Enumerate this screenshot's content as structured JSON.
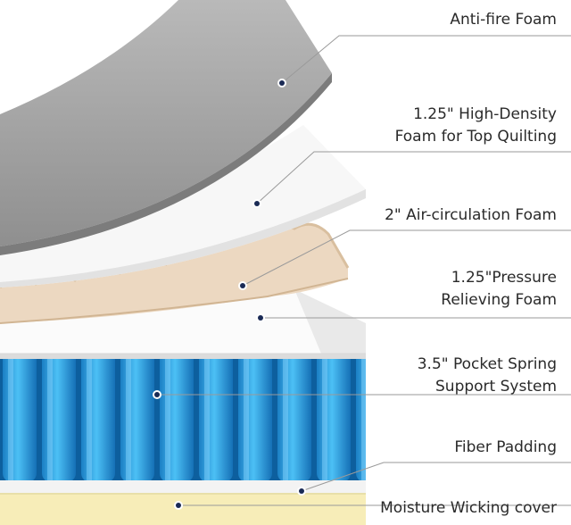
{
  "layers": [
    {
      "id": "anti-fire",
      "lines": [
        "Anti-fire Foam"
      ]
    },
    {
      "id": "top-quilting",
      "lines": [
        "1.25\" High-Density",
        "Foam for Top Quilting"
      ]
    },
    {
      "id": "air-circulation",
      "lines": [
        "2\" Air-circulation Foam"
      ]
    },
    {
      "id": "pressure-relieving",
      "lines": [
        "1.25\"Pressure",
        "Relieving Foam"
      ]
    },
    {
      "id": "pocket-spring",
      "lines": [
        "3.5\" Pocket Spring",
        "Support System"
      ]
    },
    {
      "id": "fiber-padding",
      "lines": [
        "Fiber Padding"
      ]
    },
    {
      "id": "moisture-wicking",
      "lines": [
        "Moisture Wicking cover"
      ]
    }
  ],
  "colors": {
    "anti_fire": "#a8a8a8",
    "quilting": "#f1f1f1",
    "foam": "#ead7c2",
    "spring": "#2aa4e8",
    "cover": "#f5eab4",
    "marker": "#1a2a55",
    "leader": "#9a9a9a"
  }
}
